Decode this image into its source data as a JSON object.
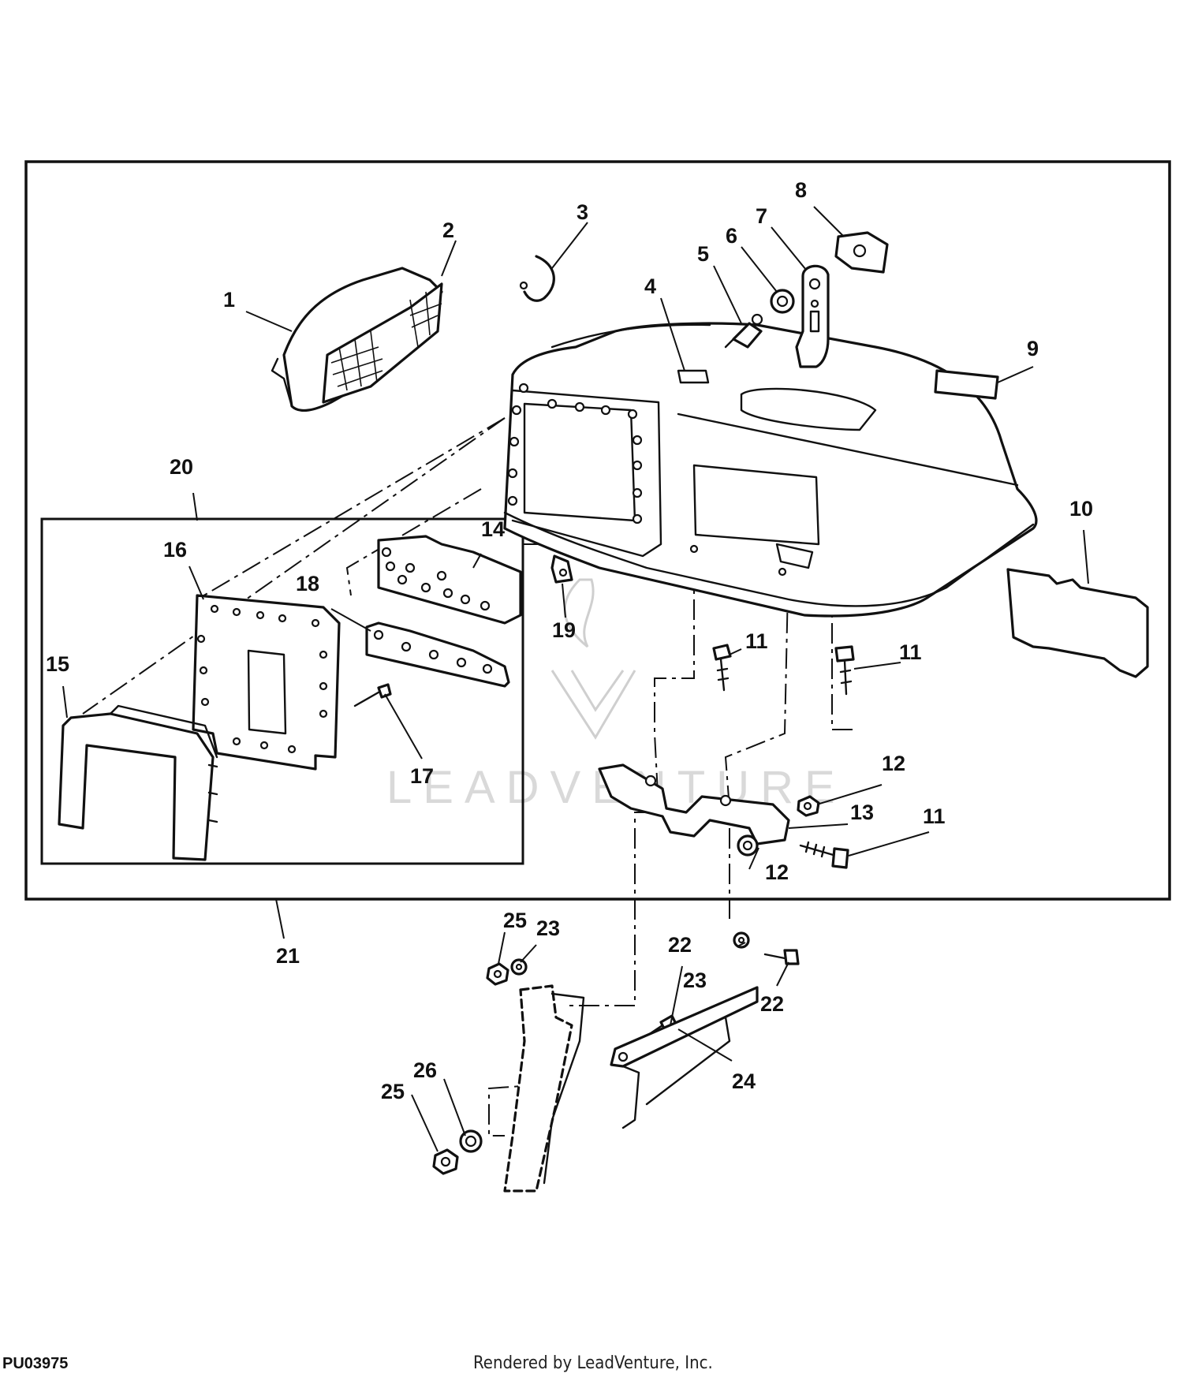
{
  "diagram": {
    "watermark_text": "LEADVENTURE",
    "figure_id": "PU03975",
    "credit": "Rendered by LeadVenture, Inc.",
    "callouts": {
      "c1": "1",
      "c2": "2",
      "c3": "3",
      "c4": "4",
      "c5": "5",
      "c6": "6",
      "c7": "7",
      "c8": "8",
      "c9": "9",
      "c10": "10",
      "c11a": "11",
      "c11b": "11",
      "c11c": "11",
      "c12a": "12",
      "c12b": "12",
      "c13": "13",
      "c14": "14",
      "c15": "15",
      "c16": "16",
      "c17": "17",
      "c18": "18",
      "c19": "19",
      "c20": "20",
      "c21": "21",
      "c22a": "22",
      "c22b": "22",
      "c23a": "23",
      "c23b": "23",
      "c24": "24",
      "c25a": "25",
      "c25b": "25",
      "c26": "26"
    }
  }
}
